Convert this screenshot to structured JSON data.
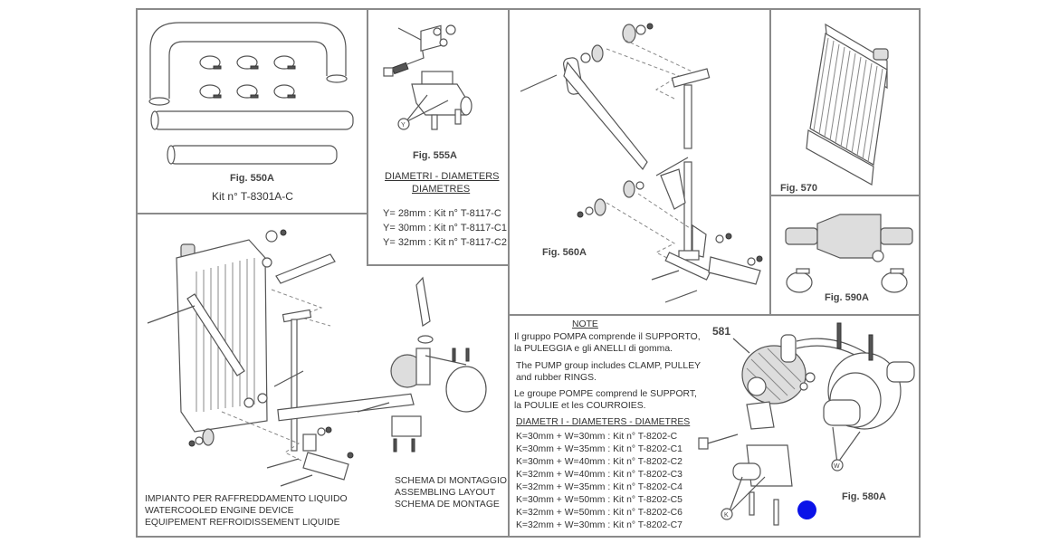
{
  "fig550a": {
    "label": "Fig. 550A",
    "kit": "Kit n° T-8301A-C"
  },
  "fig555a": {
    "label": "Fig. 555A",
    "callout": "Y",
    "heading_line1": "DIAMETRI - DIAMETERS",
    "heading_line2": "DIAMETRES",
    "kits": [
      "Y= 28mm : Kit n° T-8117-C",
      "Y= 30mm : Kit n° T-8117-C1",
      "Y= 32mm : Kit n° T-8117-C2"
    ]
  },
  "fig560a": {
    "label": "Fig. 560A"
  },
  "fig570": {
    "label": "Fig. 570"
  },
  "fig590a": {
    "label": "Fig. 590A"
  },
  "assembly": {
    "title_lines": [
      "IMPIANTO PER RAFFREDDAMENTO LIQUIDO",
      "WATERCOOLED ENGINE DEVICE",
      "EQUIPEMENT REFROIDISSEMENT LIQUIDE"
    ],
    "layout_lines": [
      "SCHEMA DI MONTAGGIO",
      "ASSEMBLING LAYOUT",
      "SCHEMA DE MONTAGE"
    ]
  },
  "note": {
    "heading": "NOTE",
    "it_lines": [
      "Il gruppo POMPA comprende il SUPPORTO,",
      "la PULEGGIA e gli ANELLI di gomma."
    ],
    "en_lines": [
      "The PUMP group includes CLAMP, PULLEY",
      "and rubber RINGS."
    ],
    "fr_lines": [
      "Le groupe POMPE comprend le SUPPORT,",
      "la POULIE et les COURROIES."
    ],
    "diam_heading": "DIAMETR I - DIAMETERS - DIAMETRES",
    "kits": [
      "K=30mm + W=30mm : Kit n° T-8202-C",
      "K=30mm + W=35mm : Kit n° T-8202-C1",
      "K=30mm + W=40mm : Kit n° T-8202-C2",
      "K=32mm + W=40mm : Kit n° T-8202-C3",
      "K=32mm + W=35mm : Kit n° T-8202-C4",
      "K=30mm + W=50mm : Kit n° T-8202-C5",
      "K=32mm + W=50mm : Kit n° T-8202-C6",
      "K=32mm + W=30mm : Kit n° T-8202-C7"
    ]
  },
  "fig580a": {
    "label": "Fig. 580A",
    "part_number": "581",
    "callout_k": "K",
    "callout_w": "W"
  },
  "marker": {
    "color": "#0a12e8"
  }
}
